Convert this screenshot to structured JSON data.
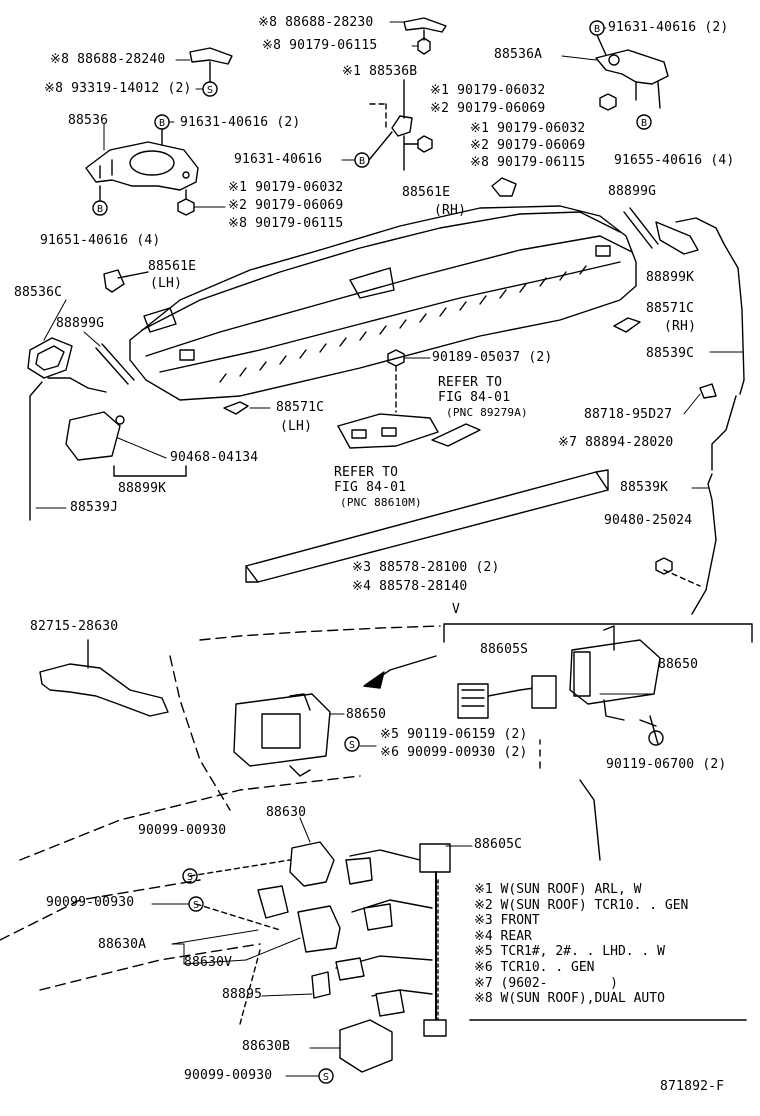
{
  "parts": {
    "p01": "※8 88688-28230",
    "p02": "※8 90179-06115",
    "p03": "91631-40616 (2)",
    "p04": "88536A",
    "p05": "※8 88688-28240",
    "p06": "※8 93319-14012 (2)",
    "p07": "※1 88536B",
    "p08": "※1 90179-06032",
    "p09": "※2 90179-06069",
    "p10": "88536",
    "p11": "91631-40616 (2)",
    "p12": "※1 90179-06032",
    "p13": "※2 90179-06069",
    "p14": "※8 90179-06115",
    "p15": "91655-40616 (4)",
    "p16": "91631-40616",
    "p17": "※1 90179-06032",
    "p18": "※2 90179-06069",
    "p19": "※8 90179-06115",
    "p20": "88561E",
    "p21": "(RH)",
    "p22": "88899G",
    "p23": "91651-40616 (4)",
    "p24": "88561E",
    "p25": "(LH)",
    "p26": "88899K",
    "p27": "88536C",
    "p28": "88571C",
    "p29": "(RH)",
    "p30": "88899G",
    "p31": "88539C",
    "p32": "90189-05037 (2)",
    "p33": "REFER TO",
    "p34": "FIG 84-01",
    "p35": "(PNC 89279A)",
    "p36": "88718-95D27",
    "p37": "88571C",
    "p38": "(LH)",
    "p39": "※7 88894-28020",
    "p40": "90468-04134",
    "p41": "88899K",
    "p42": "REFER TO",
    "p43": "FIG 84-01",
    "p44": "(PNC 88610M)",
    "p45": "88539K",
    "p46": "88539J",
    "p47": "90480-25024",
    "p48": "※3 88578-28100 (2)",
    "p49": "※4 88578-28140",
    "p50": "V",
    "p51": "82715-28630",
    "p52": "88605S",
    "p53": "88650",
    "p54": "88650",
    "p55": "※5 90119-06159 (2)",
    "p56": "※6 90099-00930 (2)",
    "p57": "90119-06700 (2)",
    "p58": "88630",
    "p59": "90099-00930",
    "p60": "88605C",
    "p61": "90099-00930",
    "p62": "88630A",
    "p63": "88630V",
    "p64": "88895",
    "p65": "88630B",
    "p66": "90099-00930",
    "p67": "871892-F"
  },
  "legend": [
    "※1 W(SUN ROOF) ARL, W",
    "※2 W(SUN ROOF) TCR10. . GEN",
    "※3 FRONT",
    "※4 REAR",
    "※5 TCR1#, 2#. . LHD. . W",
    "※6 TCR10. . GEN",
    "※7 (9602-        )",
    "※8 W(SUN ROOF),DUAL AUTO"
  ]
}
